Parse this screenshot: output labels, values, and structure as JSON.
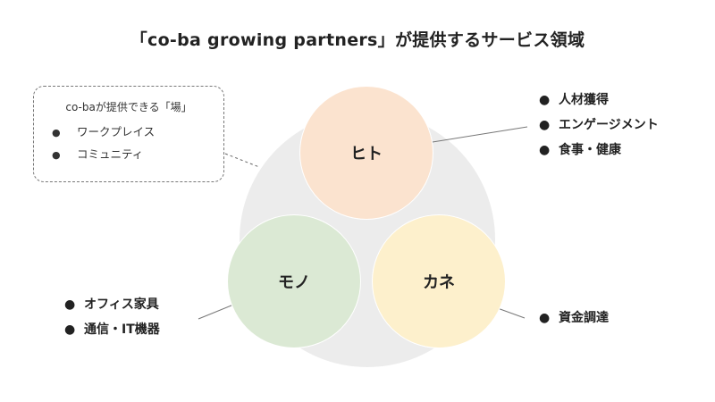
{
  "title": "「co-ba growing partners」が提供するサービス領域",
  "callout": {
    "heading": "co-baが提供できる「場」",
    "items": [
      "ワークプレイス",
      "コミュニティ"
    ]
  },
  "bullet": "●",
  "circles": {
    "hito": "ヒト",
    "mono": "モノ",
    "kane": "カネ"
  },
  "lists": {
    "hito": [
      "人材獲得",
      "エンゲージメント",
      "食事・健康"
    ],
    "mono": [
      "オフィス家具",
      "通信・IT機器"
    ],
    "kane": [
      "資金調達"
    ]
  },
  "colors": {
    "hito": "#fbe3cf",
    "mono": "#dbe9d4",
    "kane": "#fdf0cc",
    "background_circle": "#ececec"
  }
}
